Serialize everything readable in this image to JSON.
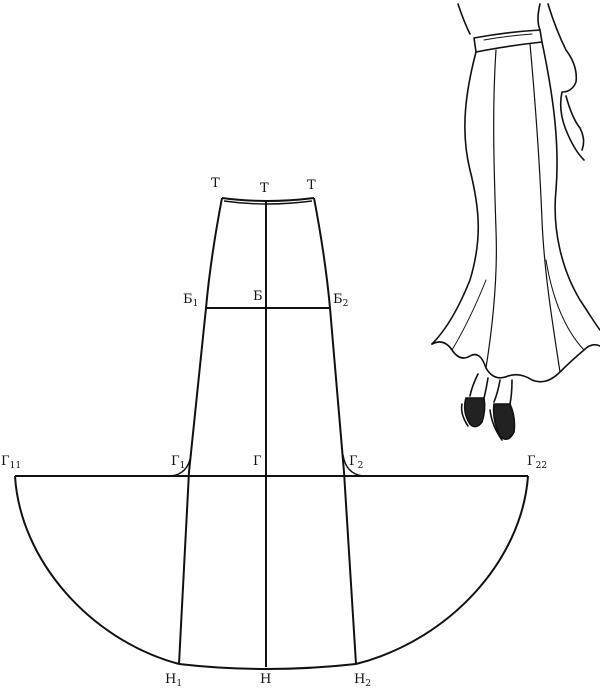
{
  "diagram": {
    "labels": {
      "t_left": {
        "main": "Т",
        "sub": ""
      },
      "t_center": {
        "main": "Т",
        "sub": ""
      },
      "t_right": {
        "main": "Т",
        "sub": ""
      },
      "b1": {
        "main": "Б",
        "sub": "1"
      },
      "b": {
        "main": "Б",
        "sub": ""
      },
      "b2": {
        "main": "Б",
        "sub": "2"
      },
      "g11": {
        "main": "Г",
        "sub": "11"
      },
      "g1": {
        "main": "Г",
        "sub": "1"
      },
      "g": {
        "main": "Г",
        "sub": ""
      },
      "g2": {
        "main": "Г",
        "sub": "2"
      },
      "g22": {
        "main": "Г",
        "sub": "22"
      },
      "h1": {
        "main": "Н",
        "sub": "1"
      },
      "h": {
        "main": "Н",
        "sub": ""
      },
      "h2": {
        "main": "Н",
        "sub": "2"
      }
    },
    "illustration": {
      "subject": "skirt-sketch",
      "stroke_color": "#111111"
    }
  }
}
